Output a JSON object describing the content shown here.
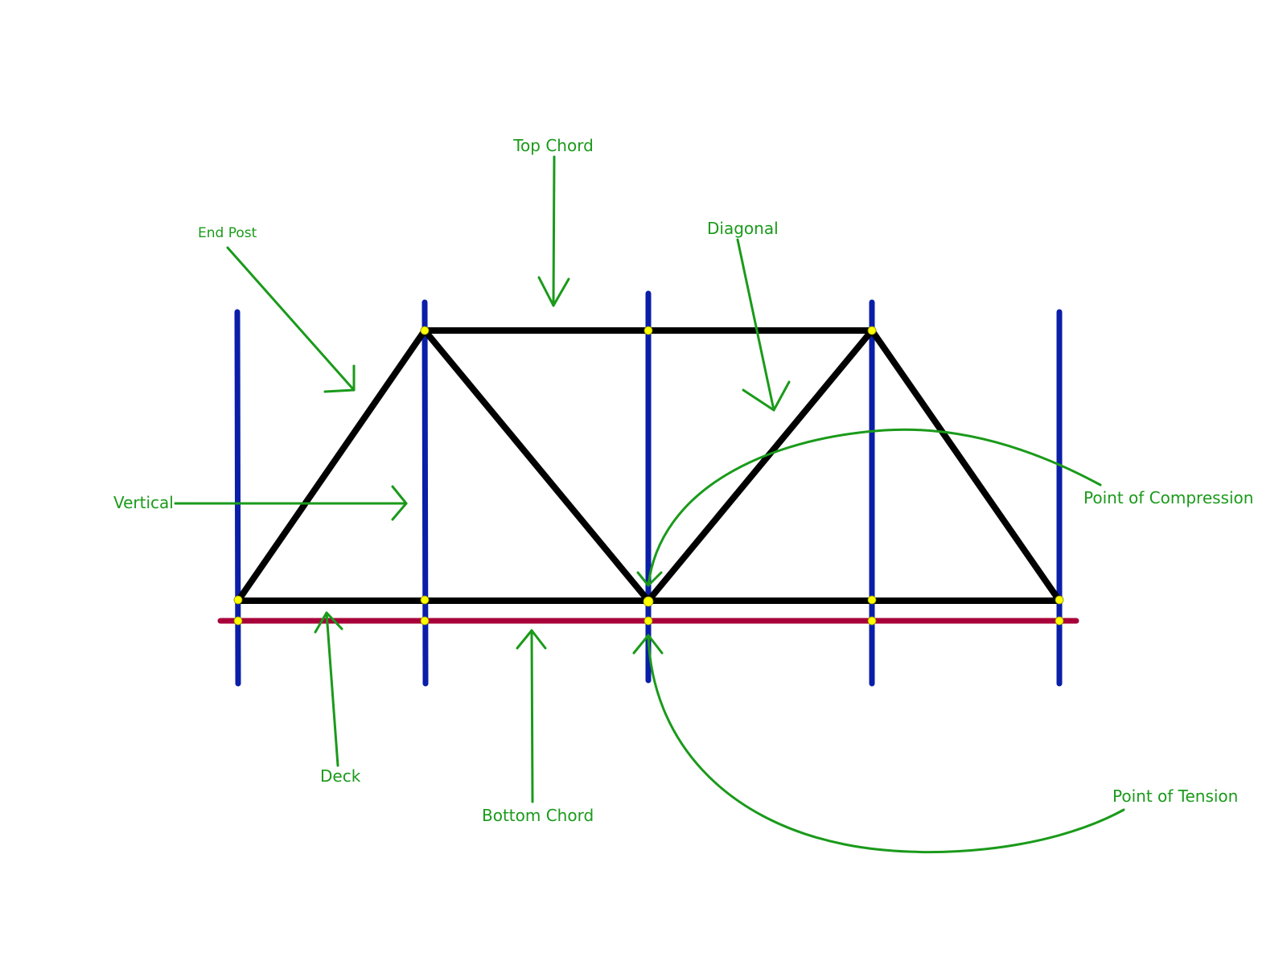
{
  "labels": {
    "top_chord": "Top Chord",
    "end_post": "End Post",
    "diagonal": "Diagonal",
    "vertical": "Vertical",
    "point_of_compression": "Point of Compression",
    "deck": "Deck",
    "bottom_chord": "Bottom Chord",
    "point_of_tension": "Point of Tension"
  },
  "colors": {
    "truss_member": "#000000",
    "vertical_line": "#0a1ea8",
    "deck_line": "#a8003a",
    "joint": "#ffff00",
    "annotation": "#1a9a1a",
    "background": "#ffffff"
  }
}
